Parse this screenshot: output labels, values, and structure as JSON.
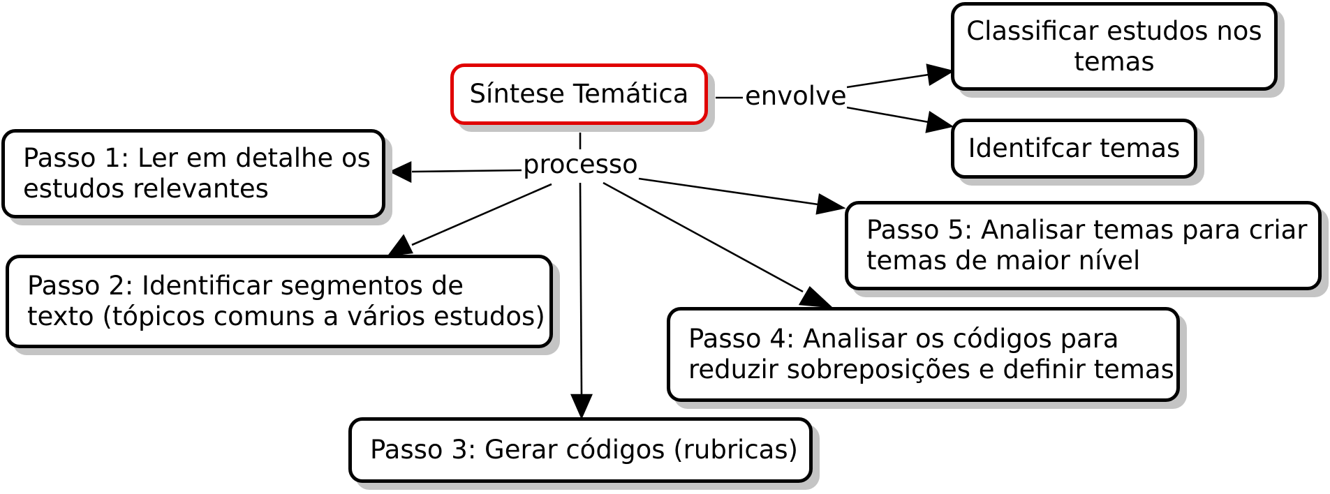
{
  "diagram": {
    "root": {
      "id": "sintese",
      "label": "Síntese Temática",
      "border_color": "#e00000"
    },
    "link_labels": {
      "envolve": "envolve",
      "processo": "processo"
    },
    "nodes": [
      {
        "id": "classificar",
        "label": "Classificar estudos nos\ntemas"
      },
      {
        "id": "identificar_temas",
        "label": "Identifcar temas"
      },
      {
        "id": "passo1",
        "label": "Passo 1: Ler em detalhe os\nestudos relevantes"
      },
      {
        "id": "passo2",
        "label": "Passo 2: Identificar segmentos de\ntexto (tópicos comuns a vários estudos)"
      },
      {
        "id": "passo3",
        "label": "Passo 3: Gerar códigos (rubricas)"
      },
      {
        "id": "passo4",
        "label": "Passo 4: Analisar os códigos para\nreduzir sobreposições e definir temas"
      },
      {
        "id": "passo5",
        "label": "Passo 5: Analisar temas para criar\ntemas de maior nível"
      }
    ],
    "edges": [
      {
        "from": "sintese",
        "via": "envolve",
        "to": "classificar"
      },
      {
        "from": "sintese",
        "via": "envolve",
        "to": "identificar_temas"
      },
      {
        "from": "sintese",
        "via": "processo",
        "to": "passo1"
      },
      {
        "from": "sintese",
        "via": "processo",
        "to": "passo2"
      },
      {
        "from": "sintese",
        "via": "processo",
        "to": "passo3"
      },
      {
        "from": "sintese",
        "via": "processo",
        "to": "passo4"
      },
      {
        "from": "sintese",
        "via": "processo",
        "to": "passo5"
      }
    ],
    "colors": {
      "line": "#000000",
      "node_border": "#000000",
      "shadow": "#c4c4c4",
      "background": "#ffffff"
    }
  }
}
